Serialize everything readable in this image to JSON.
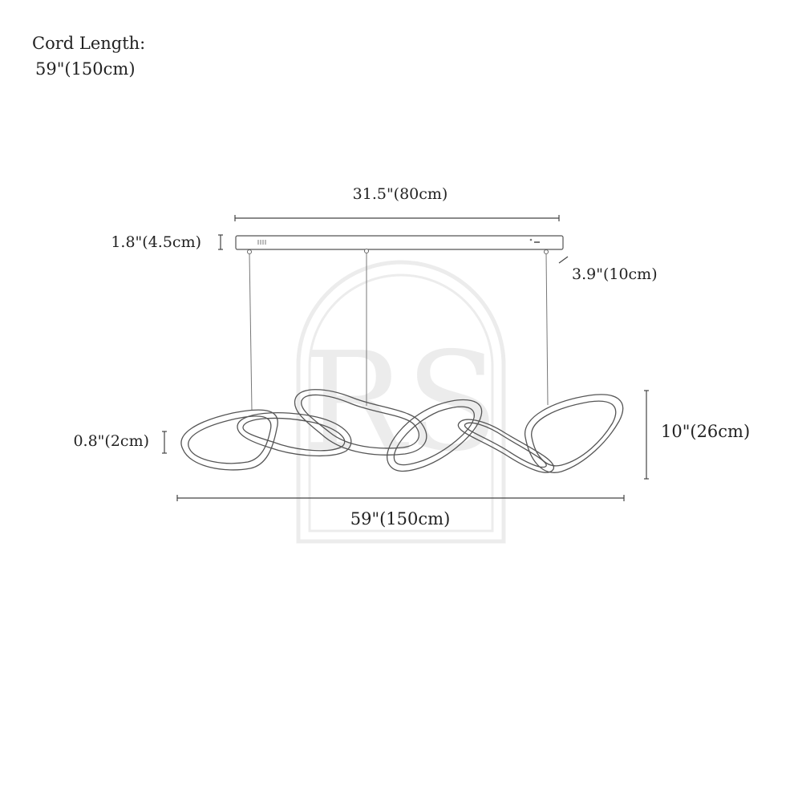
{
  "cord": {
    "title": "Cord Length:",
    "value": "59\"(150cm)"
  },
  "dimensions": {
    "canopy_length": "31.5\"(80cm)",
    "canopy_height": "1.8\"(4.5cm)",
    "canopy_depth": "3.9\"(10cm)",
    "ring_thickness": "0.8\"(2cm)",
    "fixture_height": "10\"(26cm)",
    "fixture_length": "59\"(150cm)"
  },
  "watermark": {
    "monogram": "RS"
  },
  "colors": {
    "line": "#555555",
    "text": "#222222",
    "watermark": "#e9e9e9"
  }
}
